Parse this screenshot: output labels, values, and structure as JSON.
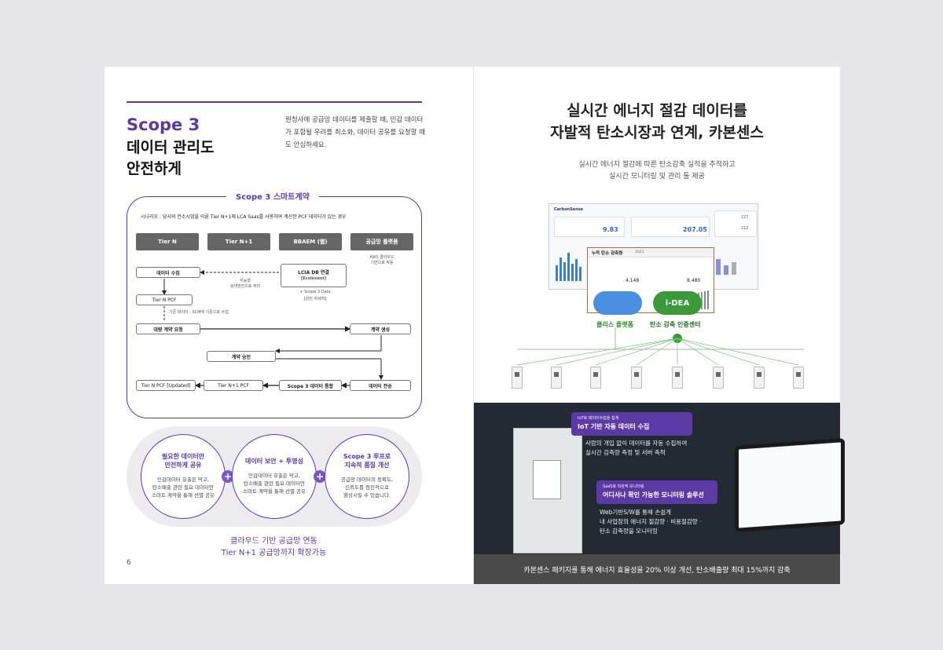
{
  "left": {
    "title_line1": "Scope 3",
    "title_line2": "데이터 관리도",
    "title_line3": "안전하게",
    "intro": "원청사에 공급망 데이터를 제출할 때, 민감 데이터가 포함될 우려를 최소화, 데이터 공유를 요청할 때도 안심하세요.",
    "section_title": "Scope 3 스마트계약",
    "scenario": "시나리오 : 당사와 컨소시엄을 이룬 Tier N+1에 LCA Saas를 사용하여 계산한 PCF 데이터가 있는 경우",
    "headers": [
      "Tier N",
      "Tier N+1",
      "BBAEM (웹)",
      "공급망 플랫폼"
    ],
    "platform_note": "AWS 클라우드\n기반으로 작동",
    "nodes": {
      "data_collect": "데이터 수집",
      "lcia": "LCIA DB 연결",
      "ecoinvent": "[Ecoinvent]",
      "scope3_data": "+ Scope 3 Data",
      "scope3_note": "[원천 자세히]",
      "keyword_note": "지능형\n검색엔진으로 처리",
      "tier_n_pcf": "Tier N PCF",
      "basis_note": "기준 데이터 : SCM에 기준으로 수집",
      "contract_request": "대량 계약 요청",
      "contract_create": "계약 생성",
      "contract_approve": "계약 승인",
      "tier_n_pcf_updated": "Tier N PCF [Updated]",
      "tier_n1_pcf": "Tier N+1 PCF",
      "scope3_merge": "Scope 3 데이터 통합",
      "data_transfer": "데이터 전송"
    },
    "bubbles": [
      {
        "title": "필요한 데이터만\n안전하게 공유",
        "desc": "민감데이터 유출은 막고,\n탄소배출 관련 필요 데이터만\n스마트 계약을 통해 선별 공유"
      },
      {
        "title": "데이터 보안 + 투명성",
        "desc": "민감데이터 유출은 막고,\n탄소배출 관련 필요 데이터만\n스마트 계약을 통해 선별 공유"
      },
      {
        "title": "Scope 3 루프로\n지속적 품질 개선",
        "desc": "공급망 데이터의 정확도,\n신뢰도를 점진적으로\n향상시킬 수 있습니다."
      }
    ],
    "plus": "+",
    "caption_line1": "클라우드 기반 공급망 연동",
    "caption_line2": "Tier N+1 공급망까지 확장가능",
    "page_number": "6"
  },
  "right": {
    "title_line1": "실시간 에너지 절감 데이터를",
    "title_line2": "자발적 탄소시장과 연계, 카본센스",
    "sub_line1": "실시간 에너지 절감에 따른 탄소감축 실적을 추적하고",
    "sub_line2": "실시간 모니터링 및 관리 툴 제공",
    "dashboard": {
      "logo": "CarbonSense",
      "value1": "9.83",
      "value2": "207.05",
      "value3": "227",
      "value4": "215",
      "popup_title": "누적 탄소 감축량",
      "popup_year": "2023",
      "popup_v1": "4,148",
      "popup_v2": "8,480"
    },
    "cloud_label": "클리스 플랫폼",
    "idea_label": "탄소 감축 인증센터",
    "idea_logo": "i-DEA",
    "iot_small": "IoT로 데이터수집을 쉽게",
    "iot_title": "IoT 기반 자동 데이터 수집",
    "iot_desc1": "사람의 개입 없이 데이터를 자동 수집하여",
    "iot_desc2": "실시간 감축량 측정 및 서버 축적",
    "mon_small": "SaaS로 직관적 모니터링",
    "mon_title": "어디서나 확인 가능한 모니터링 솔루션",
    "mon_desc1": "Web기반S/W를 통해 손쉽게",
    "mon_desc2": "내 사업장의 에너지 절감량 · 비용절감량 ·",
    "mon_desc3": "탄소 감축량을 모니터링",
    "footer": "카본센스 패키지를 통해 에너지 효율성을 20% 이상 개선, 탄소배출량 최대 15%까지 감축"
  }
}
